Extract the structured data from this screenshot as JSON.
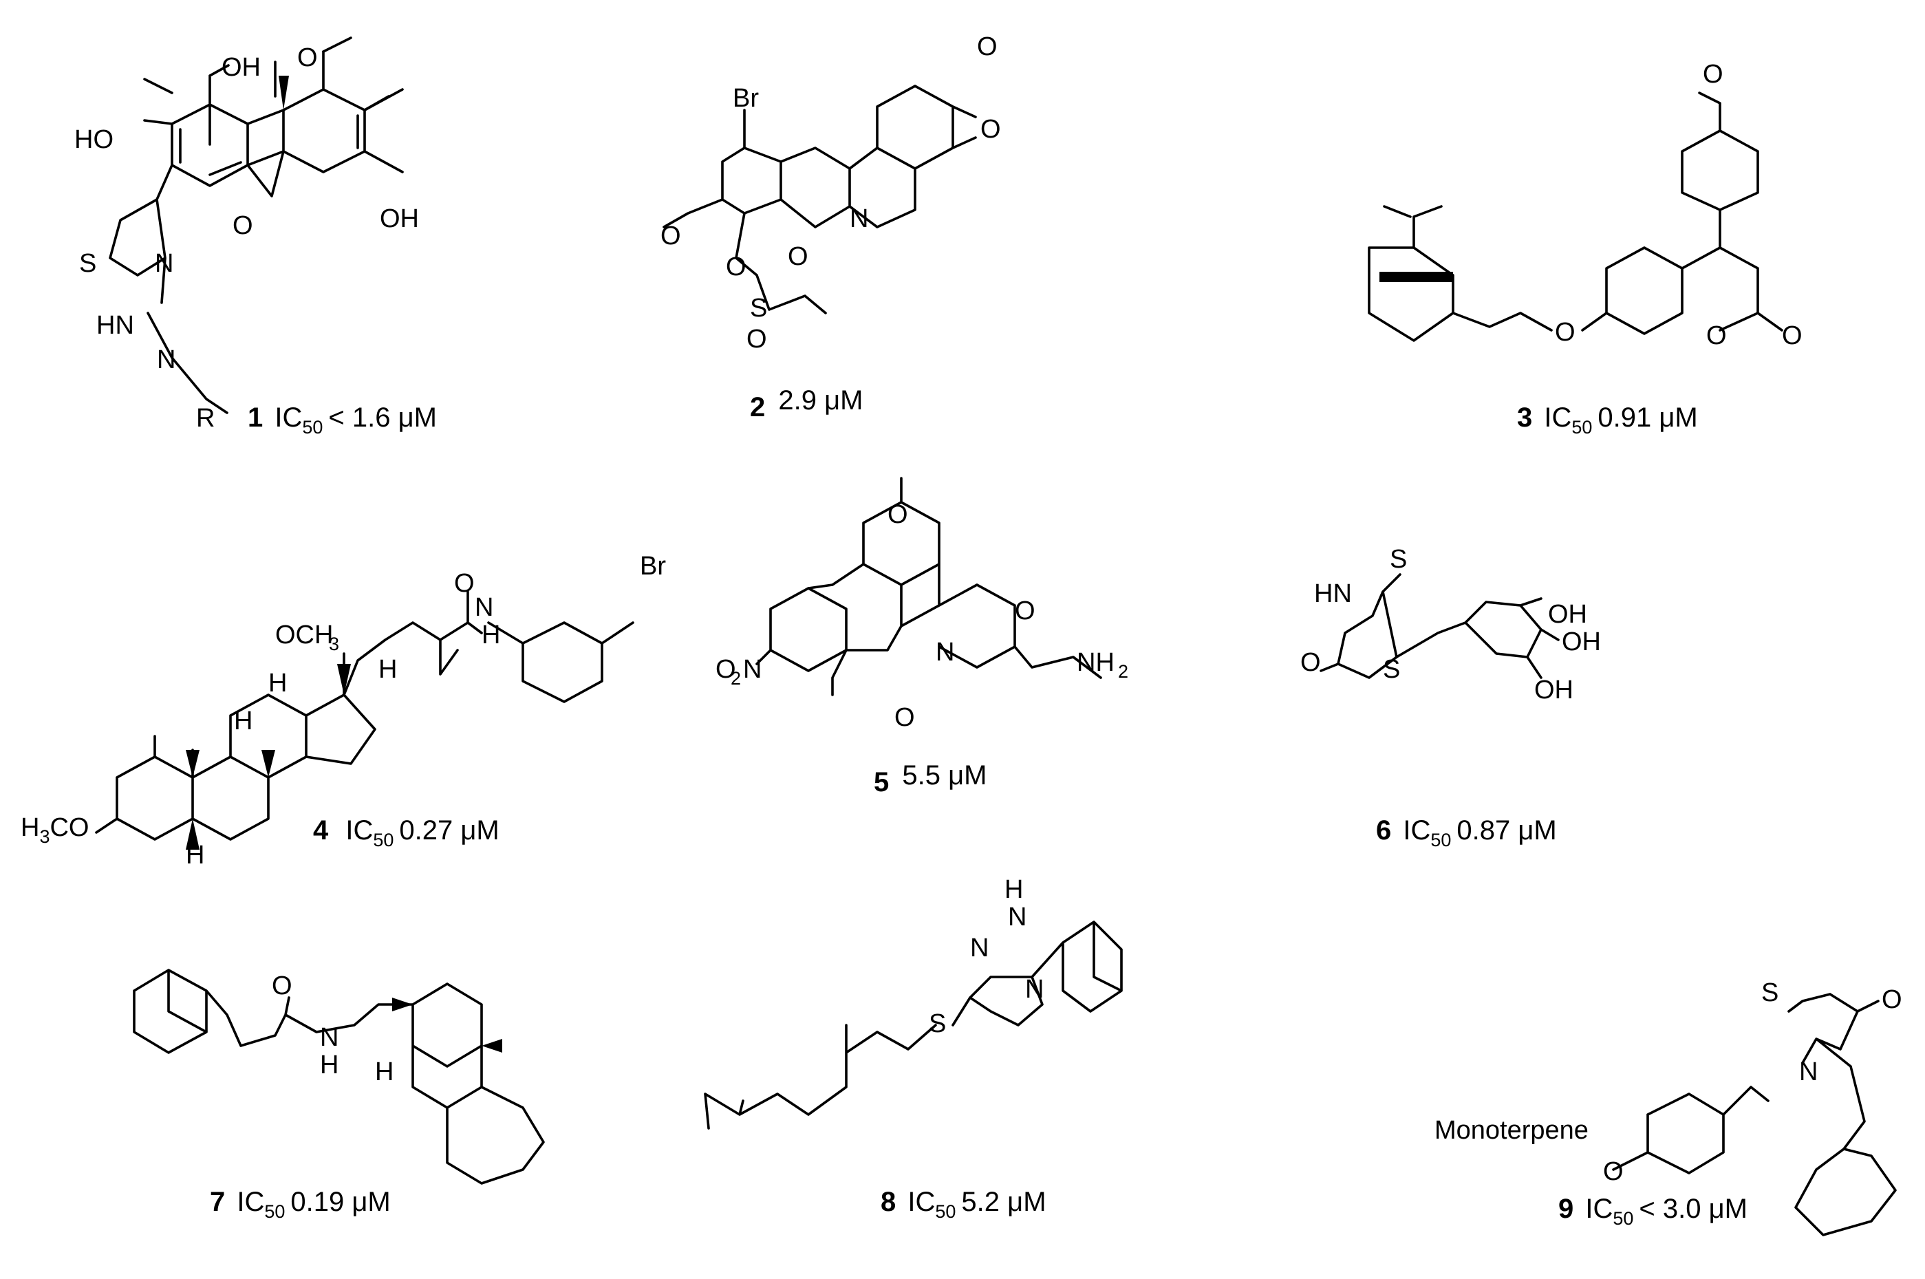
{
  "compounds": [
    {
      "id": "1",
      "measure": "IC",
      "sub": "50",
      "value": "< 1.6 μM",
      "atoms": [
        "OH",
        "O",
        "HO",
        "OH",
        "O",
        "S",
        "N",
        "HN",
        "N",
        "R"
      ]
    },
    {
      "id": "2",
      "measure": "",
      "sub": "",
      "value": "2.9 μM",
      "atoms": [
        "Br",
        "O",
        "O",
        "O",
        "O",
        "N",
        "S",
        "O",
        "O"
      ]
    },
    {
      "id": "3",
      "measure": "IC",
      "sub": "50",
      "value": "0.91 μM",
      "atoms": [
        "O",
        "O",
        "O",
        "O"
      ]
    },
    {
      "id": "4",
      "measure": "IC",
      "sub": "50",
      "value": "0.27 μM",
      "atoms": [
        "O",
        "N",
        "H",
        "Br",
        "OCH",
        "3",
        "H",
        "H",
        "H",
        "H",
        "3",
        "CO"
      ]
    },
    {
      "id": "5",
      "measure": "",
      "sub": "",
      "value": "5.5 μM",
      "atoms": [
        "O",
        "O",
        "O",
        "2",
        "N",
        "N",
        "NH",
        "2",
        "O"
      ]
    },
    {
      "id": "6",
      "measure": "IC",
      "sub": "50",
      "value": "0.87 μM",
      "atoms": [
        "S",
        "HN",
        "O",
        "S",
        "OH",
        "OH",
        "OH"
      ]
    },
    {
      "id": "7",
      "measure": "IC",
      "sub": "50",
      "value": "0.19 μM",
      "atoms": [
        "O",
        "N",
        "H",
        "H"
      ]
    },
    {
      "id": "8",
      "measure": "IC",
      "sub": "50",
      "value": "5.2 μM",
      "atoms": [
        "H",
        "N",
        "N",
        "N",
        "S"
      ]
    },
    {
      "id": "9",
      "measure": "IC",
      "sub": "50",
      "value": "< 3.0 μM",
      "atoms": [
        "S",
        "O",
        "N",
        "Monoterpene",
        "O"
      ]
    }
  ]
}
